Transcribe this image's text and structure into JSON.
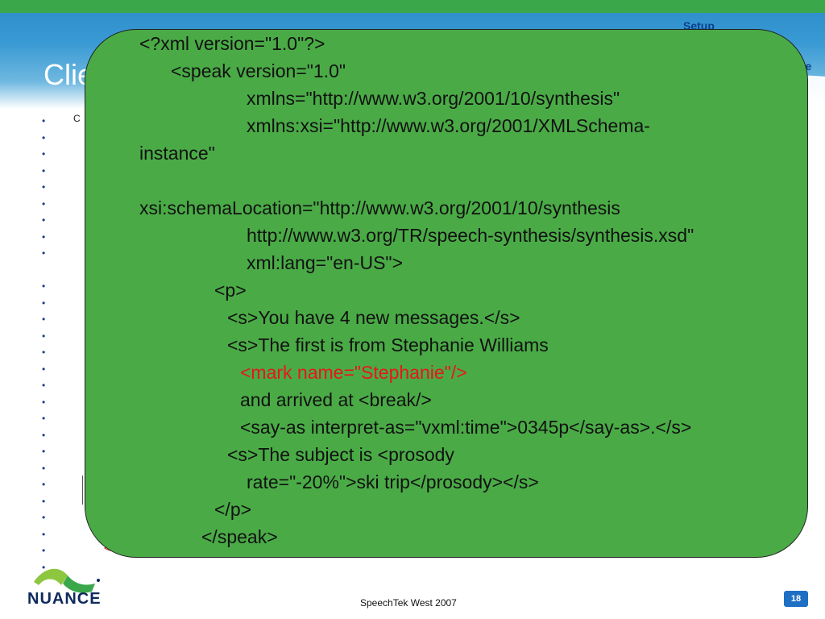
{
  "header": {
    "title_fragment": "Clie",
    "nav_top": "Setup",
    "nav_right": "nize"
  },
  "background": {
    "text_fragment": "C",
    "closing_fragment": "</spe",
    "bullet_glyph": "•",
    "bullet_count": 27
  },
  "overlay": {
    "lines": [
      "<?xml version=\"1.0\"?>",
      "<speak version=\"1.0\"",
      "xmlns=\"http://www.w3.org/2001/10/synthesis\"",
      "xmlns:xsi=\"http://www.w3.org/2001/XMLSchema-",
      "instance\"",
      "xsi:schemaLocation=\"http://www.w3.org/2001/10/synthesis",
      "http://www.w3.org/TR/speech-synthesis/synthesis.xsd\"",
      "xml:lang=\"en-US\">",
      "<p>",
      "<s>You have 4 new messages.</s>",
      "<s>The first is from Stephanie Williams",
      "<mark name=\"Stephanie\"/>",
      "and arrived at <break/>",
      "<say-as interpret-as=\"vxml:time\">0345p</say-as>.</s>",
      "<s>The subject is <prosody",
      "rate=\"-20%\">ski trip</prosody></s>",
      "</p>",
      "</speak>"
    ]
  },
  "footer": {
    "logo_text": "NUANCE",
    "event": "SpeechTek West 2007",
    "page_number": "18"
  },
  "colors": {
    "overlay_green": "#4aab46",
    "header_blue": "#2b8bc9",
    "highlight_red": "#e8161b",
    "badge_blue": "#1f6fc4"
  }
}
